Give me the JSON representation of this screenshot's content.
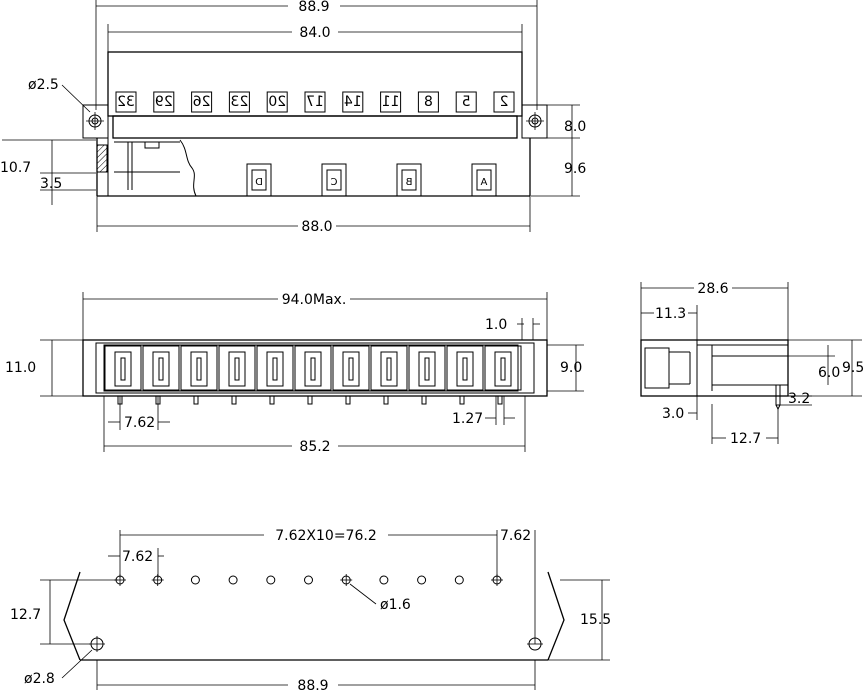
{
  "top_view": {
    "dims": {
      "overall_width": "88.9",
      "inner_width": "84.0",
      "hole_dia": "ø2.5",
      "height_total": "10.7",
      "pin_depth": "3.5",
      "base_width": "88.0",
      "upper_height": "8.0",
      "lower_height": "9.6"
    },
    "contact_numbers": [
      "32",
      "29",
      "26",
      "23",
      "20",
      "17",
      "14",
      "11",
      "8",
      "5",
      "2"
    ],
    "row_letters": [
      "D",
      "C",
      "B",
      "A"
    ]
  },
  "front_view": {
    "dims": {
      "max_width": "94.0Max.",
      "wall": "1.0",
      "height": "11.0",
      "inner_height": "9.0",
      "pitch": "7.62",
      "pin_width": "1.27",
      "pin_span": "85.2"
    },
    "slot_count": 11
  },
  "side_view": {
    "dims": {
      "depth": "28.6",
      "front_depth": "11.3",
      "height": "9.5",
      "mid_height": "6.0",
      "pin_len": "3.2",
      "offset": "3.0",
      "pin_pos": "12.7"
    }
  },
  "footprint": {
    "dims": {
      "pitch_total": "7.62X10=76.2",
      "pitch_left": "7.62",
      "pitch_right": "7.62",
      "hole_dia": "ø1.6",
      "row_offset": "12.7",
      "mount_hole_dia": "ø2.8",
      "overall_width": "88.9",
      "mount_spacing_v": "15.5"
    },
    "hole_count": 11
  }
}
